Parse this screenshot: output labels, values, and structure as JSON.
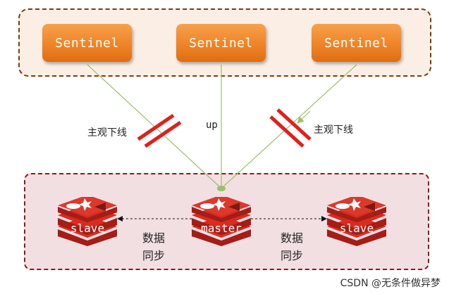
{
  "sentinels": [
    {
      "label": "Sentinel"
    },
    {
      "label": "Sentinel"
    },
    {
      "label": "Sentinel"
    }
  ],
  "edges": {
    "left_label": "主观下线",
    "middle_label": "up",
    "right_label": "主观下线"
  },
  "nodes": {
    "left": "slave",
    "center": "master",
    "right": "slave"
  },
  "sync": {
    "left_line1": "数据",
    "left_line2": "同步",
    "right_line1": "数据",
    "right_line2": "同步"
  },
  "watermark": "CSDN @无条件做异梦",
  "colors": {
    "sentinel": "#ef8428",
    "redis": "#d82c20",
    "link": "#9cbf6a",
    "cut_mark": "#e0201c"
  }
}
